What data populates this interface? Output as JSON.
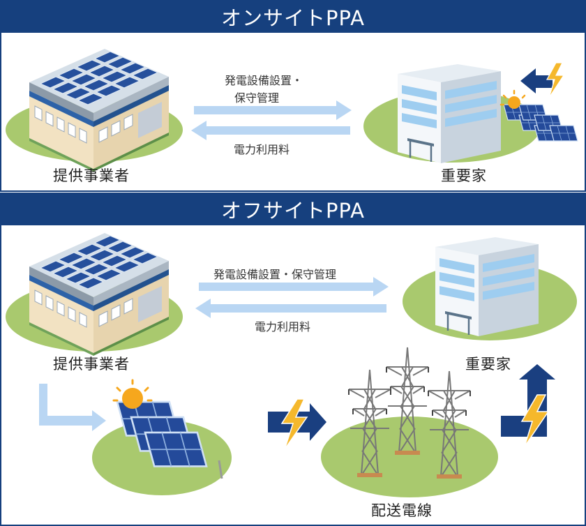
{
  "onsite": {
    "title": "オンサイトPPA",
    "provider_label": "提供事業者",
    "consumer_label": "重要家",
    "service_label_line1": "発電設備設置・",
    "service_label_line2": "保守管理",
    "fee_label": "電力利用料"
  },
  "offsite": {
    "title": "オフサイトPPA",
    "provider_label": "提供事業者",
    "consumer_label": "重要家",
    "service_label": "発電設備設置・保守管理",
    "fee_label": "電力利用料",
    "grid_label": "配送電線"
  },
  "colors": {
    "header": "#16407e",
    "arrow_light": "#b9d6f3",
    "arrow_dark": "#1a3f80",
    "bolt": "#f5b82c",
    "ground": "#a9c96e",
    "panel": "#244a9a",
    "sun": "#f6a71d"
  },
  "icons": [
    "factory-icon",
    "office-building-icon",
    "solar-panel-icon",
    "sun-icon",
    "lightning-icon",
    "transmission-tower-icon"
  ]
}
